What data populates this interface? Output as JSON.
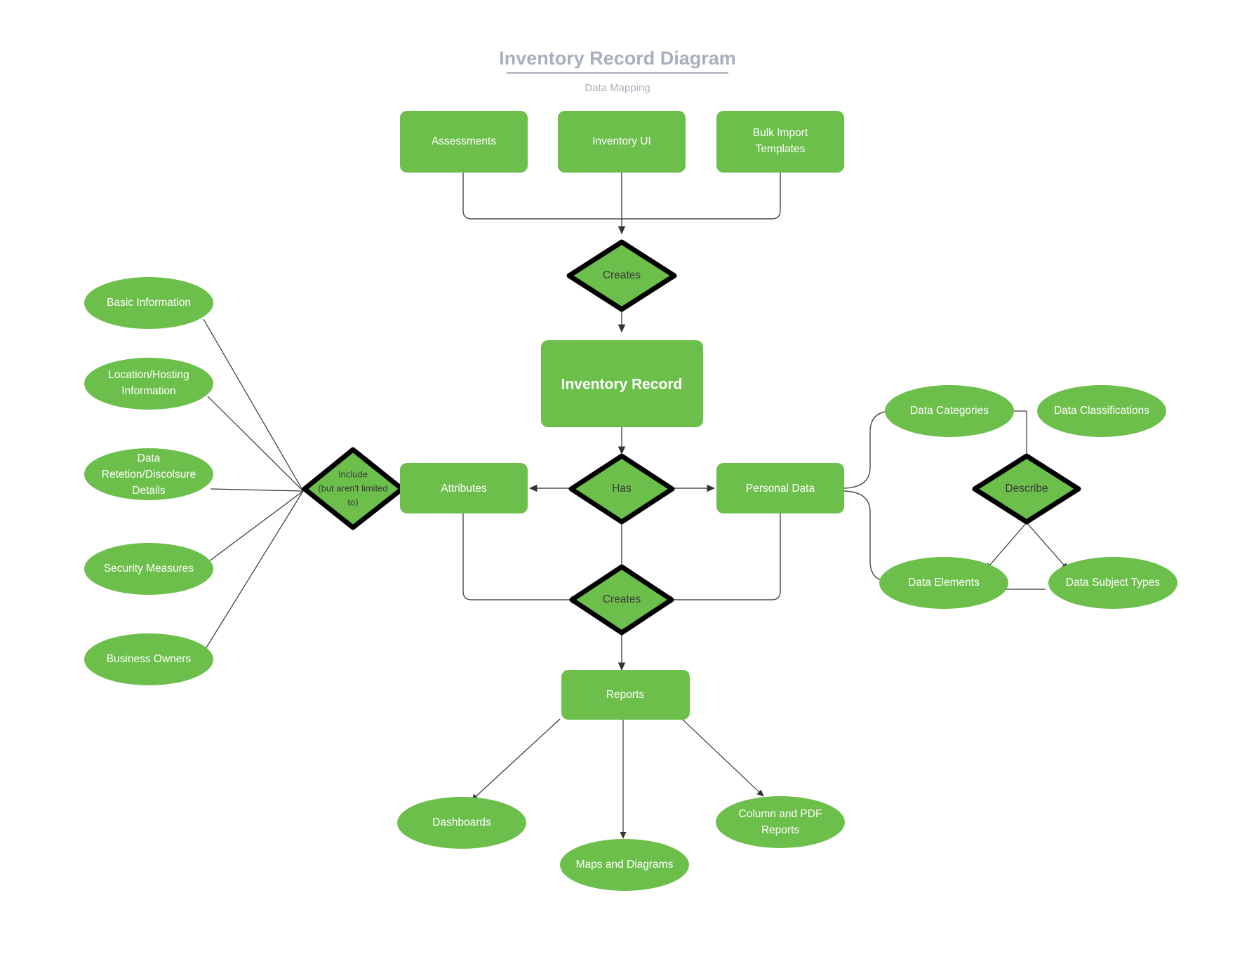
{
  "header": {
    "title": "Inventory Record Diagram",
    "subtitle": "Data Mapping"
  },
  "colors": {
    "node_fill": "#6cbf4b",
    "node_text": "#ffffff",
    "diamond_text": "#3b3b3b",
    "diamond_stroke": "#000000",
    "edge": "#4a4a4a",
    "title": "#a9b0bd",
    "background": "#ffffff"
  },
  "nodes": {
    "assessments": {
      "label": "Assessments",
      "shape": "rounded-rect"
    },
    "inventory_ui": {
      "label": "Inventory UI",
      "shape": "rounded-rect"
    },
    "bulk_import_templates": {
      "label": "Bulk Import\nTemplates",
      "line1": "Bulk Import",
      "line2": "Templates",
      "shape": "rounded-rect"
    },
    "creates_top": {
      "label": "Creates",
      "shape": "diamond"
    },
    "inventory_record": {
      "label": "Inventory Record",
      "shape": "rounded-rect"
    },
    "include": {
      "line1": "Include",
      "line2": "(but aren't limited",
      "line3": "to)",
      "shape": "diamond"
    },
    "attributes": {
      "label": "Attributes",
      "shape": "rounded-rect"
    },
    "has": {
      "label": "Has",
      "shape": "diamond"
    },
    "personal_data": {
      "label": "Personal Data",
      "shape": "rounded-rect"
    },
    "describe": {
      "label": "Describe",
      "shape": "diamond"
    },
    "creates_bottom": {
      "label": "Creates",
      "shape": "diamond"
    },
    "reports": {
      "label": "Reports",
      "shape": "rounded-rect"
    },
    "basic_information": {
      "label": "Basic Information",
      "shape": "ellipse"
    },
    "location_hosting_information": {
      "line1": "Location/Hosting",
      "line2": "Information",
      "shape": "ellipse"
    },
    "data_retention_disclosure_details": {
      "line1": "Data",
      "line2": "Retetion/Discolsure",
      "line3": "Details",
      "shape": "ellipse"
    },
    "security_measures": {
      "label": "Security Measures",
      "shape": "ellipse"
    },
    "business_owners": {
      "label": "Business Owners",
      "shape": "ellipse"
    },
    "data_categories": {
      "label": "Data Categories",
      "shape": "ellipse"
    },
    "data_classifications": {
      "label": "Data Classifications",
      "shape": "ellipse"
    },
    "data_elements": {
      "label": "Data Elements",
      "shape": "ellipse"
    },
    "data_subject_types": {
      "label": "Data Subject Types",
      "shape": "ellipse"
    },
    "dashboards": {
      "label": "Dashboards",
      "shape": "ellipse"
    },
    "maps_and_diagrams": {
      "label": "Maps and Diagrams",
      "shape": "ellipse"
    },
    "column_and_pdf_reports": {
      "line1": "Column and PDF",
      "line2": "Reports",
      "shape": "ellipse"
    }
  }
}
